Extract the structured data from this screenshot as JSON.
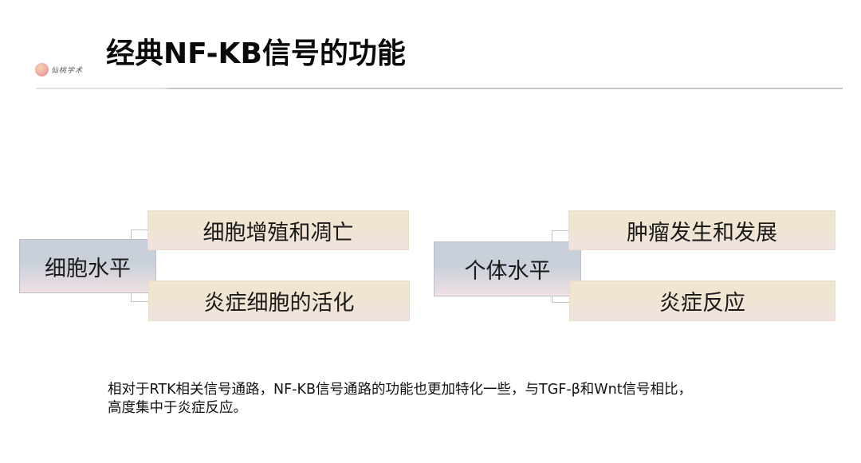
{
  "header": {
    "logo_text": "仙桃学术",
    "logo_icon": "peach-logo-icon",
    "title": "经典NF-KB信号的功能"
  },
  "diagrams": [
    {
      "root": "细胞水平",
      "children": [
        "细胞增殖和凋亡",
        "炎症细胞的活化"
      ]
    },
    {
      "root": "个体水平",
      "children": [
        "肿瘤发生和发展",
        "炎症反应"
      ]
    }
  ],
  "footnote": {
    "line1": "相对于RTK相关信号通路，NF-KB信号通路的功能也更加特化一些，与TGF-β和Wnt信号相比，",
    "line2": "高度集中于炎症反应。"
  },
  "colors": {
    "root_box_top": "#c9d0da",
    "root_box_bottom": "#efe0e3",
    "child_box_top": "#efe5d1",
    "child_box_bottom": "#f1e2df",
    "connector": "#bfc4c9",
    "divider": "#c6c6c6"
  }
}
